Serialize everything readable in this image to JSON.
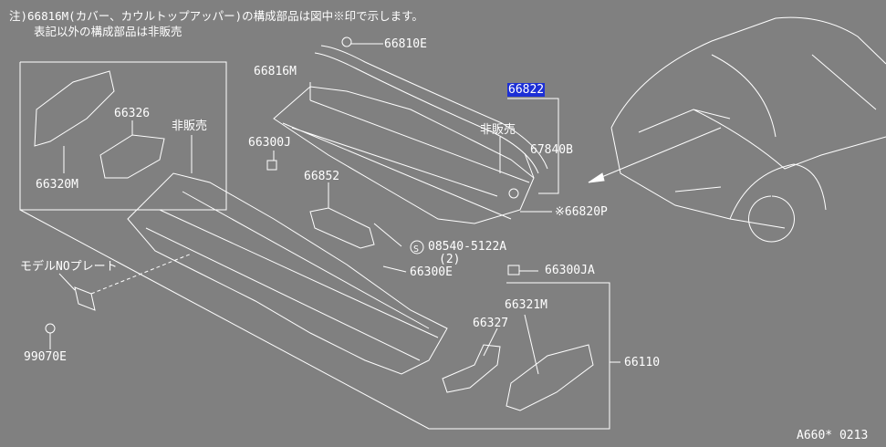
{
  "note": {
    "line1": "注)66816M(カバー、カウルトップアッパー)の構成部品は図中※印で示します。",
    "line2": "表記以外の構成部品は非販売"
  },
  "labels": {
    "p66810E": "66810E",
    "p66816M": "66816M",
    "p66822": "66822",
    "hihanbai_right": "非販売",
    "p67840B": "67840B",
    "p66326": "66326",
    "hihanbai_left": "非販売",
    "p66300J": "66300J",
    "p66852": "66852",
    "p66320M": "66320M",
    "p66820P": "※66820P",
    "p08540": "08540-5122A",
    "p08540_qty": "(2)",
    "bolt_symbol": "S",
    "p66300E": "66300E",
    "p66300JA": "66300JA",
    "model_plate": "モデルNOプレート",
    "p66321M": "66321M",
    "p66327": "66327",
    "p99070E": "99070E",
    "p66110": "66110",
    "ref": "A660* 0213"
  },
  "colors": {
    "background": "#808080",
    "line": "#ffffff",
    "highlight": "#1c2fd6"
  }
}
